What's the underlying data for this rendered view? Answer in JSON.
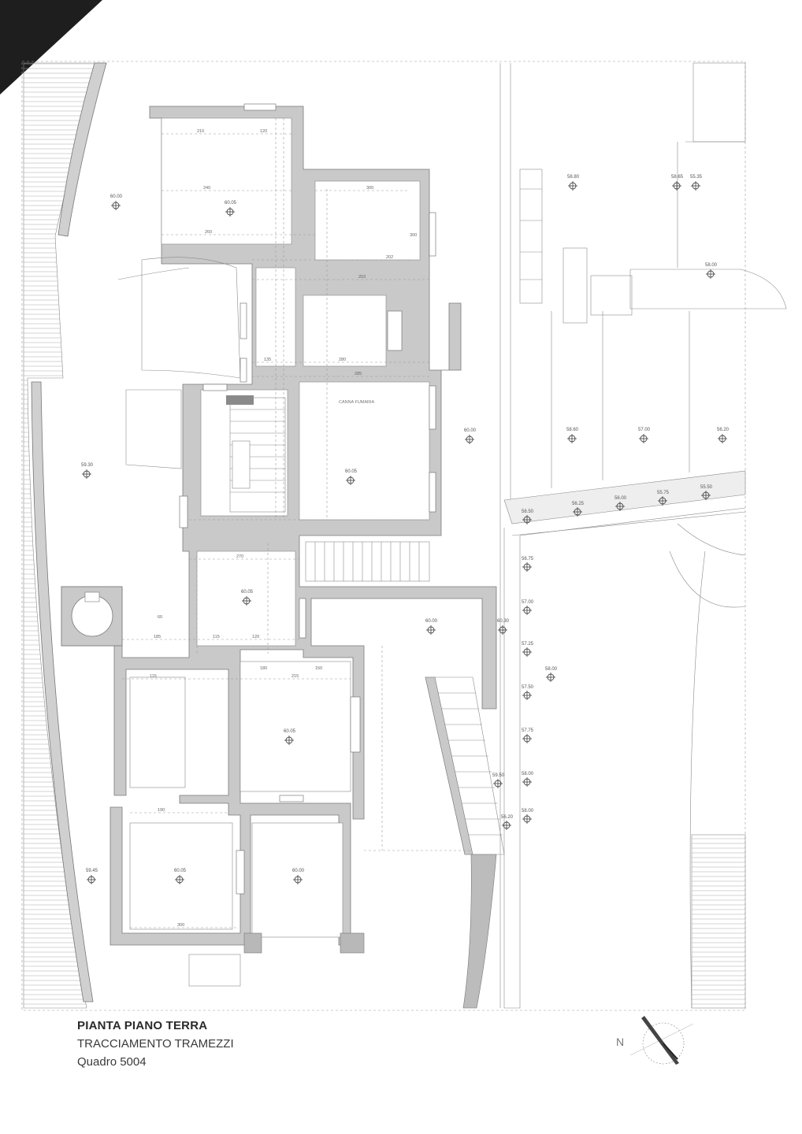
{
  "title_block": {
    "title": "PIANTA PIANO TERRA",
    "subtitle": "TRACCIAMENTO TRAMEZZI",
    "sheet": "Quadro 5004"
  },
  "north_arrow": {
    "label": "N"
  },
  "room_label": "CANNA FUMARIA",
  "level_marks": [
    {
      "id": "lv1",
      "value": "60.00"
    },
    {
      "id": "lv2",
      "value": "60.05"
    },
    {
      "id": "lv3",
      "value": "58.80"
    },
    {
      "id": "lv4",
      "value": "58.65"
    },
    {
      "id": "lv5",
      "value": "55.35"
    },
    {
      "id": "lv6",
      "value": "58.00"
    },
    {
      "id": "lv7",
      "value": "59.30"
    },
    {
      "id": "lv8",
      "value": "60.00"
    },
    {
      "id": "lv9",
      "value": "60.05"
    },
    {
      "id": "lv10",
      "value": "58.60"
    },
    {
      "id": "lv11",
      "value": "57.00"
    },
    {
      "id": "lv12",
      "value": "56.20"
    },
    {
      "id": "lv13",
      "value": "56.25"
    },
    {
      "id": "lv14",
      "value": "56.00"
    },
    {
      "id": "lv15",
      "value": "55.75"
    },
    {
      "id": "lv16",
      "value": "55.50"
    },
    {
      "id": "lv17",
      "value": "56.50"
    },
    {
      "id": "lv18",
      "value": "56.75"
    },
    {
      "id": "lv19",
      "value": "60.05"
    },
    {
      "id": "lv20",
      "value": "57.00"
    },
    {
      "id": "lv21",
      "value": "60.00"
    },
    {
      "id": "lv22",
      "value": "60.30"
    },
    {
      "id": "lv23",
      "value": "57.25"
    },
    {
      "id": "lv24",
      "value": "58.00"
    },
    {
      "id": "lv25",
      "value": "57.50"
    },
    {
      "id": "lv26",
      "value": "60.05"
    },
    {
      "id": "lv27",
      "value": "57.75"
    },
    {
      "id": "lv28",
      "value": "59.50"
    },
    {
      "id": "lv29",
      "value": "58.00"
    },
    {
      "id": "lv30",
      "value": "58.00"
    },
    {
      "id": "lv31",
      "value": "56.20"
    },
    {
      "id": "lv32",
      "value": "59.45"
    },
    {
      "id": "lv33",
      "value": "60.05"
    },
    {
      "id": "lv34",
      "value": "60.00"
    }
  ],
  "dimensions": [
    "210",
    "120",
    "240",
    "260",
    "300",
    "300",
    "202",
    "203",
    "135",
    "280",
    "285",
    "270",
    "185",
    "115",
    "120",
    "180",
    "115",
    "215",
    "150",
    "190",
    "300",
    "60"
  ]
}
